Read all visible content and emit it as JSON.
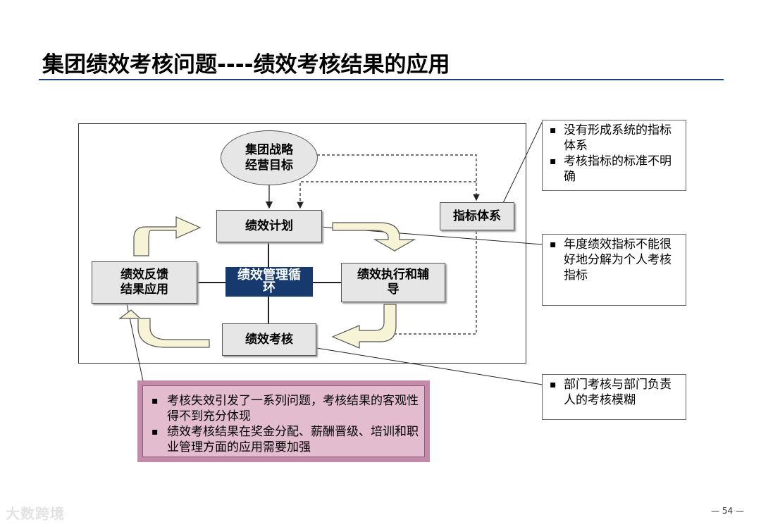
{
  "title": "集团绩效考核问题----绩效考核结果的应用",
  "diagram": {
    "oval_line1": "集团战略",
    "oval_line2": "经营目标",
    "plan": "绩效计划",
    "execute_line1": "绩效执行和辅",
    "execute_line2": "导",
    "assess": "绩效考核",
    "feedback_line1": "绩效反馈",
    "feedback_line2": "结果应用",
    "center_line1": "绩效管理循",
    "center_line2": "环",
    "index": "指标体系"
  },
  "notes": {
    "top": [
      "没有形成系统的指标体系",
      "考核指标的标准不明确"
    ],
    "middle": [
      "年度绩效指标不能很好地分解为个人考核指标"
    ],
    "bottom": [
      "部门考核与部门负责人的考核模糊"
    ],
    "pink": [
      "考核失效引发了一系列问题，考核结果的客观性得不到充分体现",
      "绩效考核结果在奖金分配、薪酬晋级、培训和职业管理方面的应用需要加强"
    ]
  },
  "page_number": "— 54 —",
  "watermark": "大数跨境",
  "colors": {
    "center_fill": "#163a6e",
    "pink_outer": "#c48aaa",
    "pink_inner": "#e3bcd0",
    "arrow_fill": "#f7f3d6",
    "rule": "#1f3f7a"
  }
}
